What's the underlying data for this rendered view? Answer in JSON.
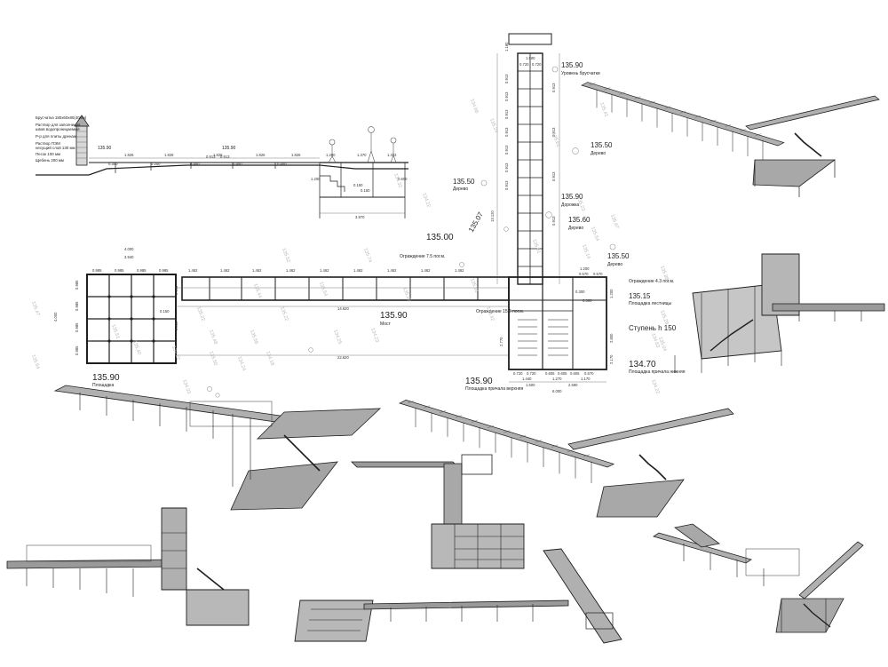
{
  "colors": {
    "line": "#1e1e1e",
    "deck": "#9a9a9a",
    "deck_dark": "#6a6a6a",
    "topo": "#bdbdbd"
  },
  "section": {
    "notes": [
      "Брусчатка 180х60х80(40мм)",
      "Раствор для заполнения",
      "швов водопроницаемый",
      "Р-р для плиты  дренаж",
      "Раствор ПЭМ",
      "несущий слой 130 мм",
      "Песок 100 мм",
      "Щебень 200 мм"
    ],
    "level_left": "135.90",
    "level_right": "135.90",
    "dims": [
      "1.826",
      "1.826",
      "1.826",
      "1.826",
      "1.826",
      "1.200",
      "1.370",
      "1.322",
      "0.300",
      "0.250",
      "0.400",
      "0.913",
      "0.913",
      "0.400",
      "0.400",
      "0.150",
      "0.150",
      "3.970",
      "1.200",
      "0.600"
    ]
  },
  "plan": {
    "levels": [
      {
        "value": "135.90",
        "label": "Уровень брусчатки"
      },
      {
        "value": "135.50",
        "label": "Дерево"
      },
      {
        "value": "135.50",
        "label": "Дерево"
      },
      {
        "value": "135.90",
        "label": "Дорожка"
      },
      {
        "value": "135.60",
        "label": "Дерево"
      },
      {
        "value": "135.00",
        "label": ""
      },
      {
        "value": "135.07",
        "label": ""
      },
      {
        "value": "135.50",
        "label": "Дерево"
      },
      {
        "value": "135.15",
        "label": "Площадка лестницы"
      },
      {
        "value": "135.90",
        "label": "Мост"
      },
      {
        "value": "135.90",
        "label": "Площадка"
      },
      {
        "value": "135.90",
        "label": "Площадка причала верхняя"
      },
      {
        "value": "134.70",
        "label": "Площадка причала нижняя"
      }
    ],
    "railings": [
      "Ограждение 7.5 пог.м.",
      "Ограждение 15.6 пог.м.",
      "Ограждение 4.3 пог.м."
    ],
    "stairs_label": "Ступень h 150",
    "dims_top": [
      "4.000",
      "3.940",
      "0.985",
      "0.985",
      "0.985",
      "0.985",
      "1.462",
      "1.462",
      "1.462",
      "1.462",
      "1.462",
      "1.462",
      "1.462",
      "1.462",
      "1.462"
    ],
    "dims_left": [
      "4.000",
      "0.985",
      "0.985",
      "0.985",
      "0.985"
    ],
    "dims_bridge": [
      "14.620",
      "22.620",
      "0.150",
      "2.800",
      "0.150"
    ],
    "dims_vertical": [
      "1.180",
      "1.500",
      "0.720",
      "0.720",
      "0.913",
      "0.913",
      "0.913",
      "0.913",
      "0.913",
      "0.913",
      "0.913",
      "0.913",
      "0.913",
      "0.913",
      "0.913",
      "13.120",
      "1.200",
      "0.570",
      "0.570",
      "0.300",
      "0.300",
      "1.200",
      "2.800",
      "2.170",
      "2.770"
    ],
    "dims_bottom": [
      "0.720",
      "0.720",
      "0.605",
      "0.605",
      "0.605",
      "0.570",
      "1.440",
      "1.270",
      "1.170",
      "1.500",
      "2.590",
      "6.000"
    ],
    "topo_marks": [
      "134.66",
      "134.22",
      "135.61",
      "135.24",
      "135.61",
      "135.23",
      "135.14",
      "135.52",
      "135.74",
      "135.54",
      "135.44",
      "135.22",
      "135.22",
      "135.48",
      "135.56",
      "134.25",
      "134.23",
      "135.40",
      "135.51",
      "134.22",
      "135.50",
      "134.24",
      "135.47",
      "135.54",
      "134.18",
      "134.33",
      "135.88",
      "135.41",
      "135.28",
      "135.04",
      "135.54",
      "134.63",
      "135.31",
      "134.32",
      "135.35",
      "135.42",
      "135.67",
      "134.22"
    ]
  }
}
